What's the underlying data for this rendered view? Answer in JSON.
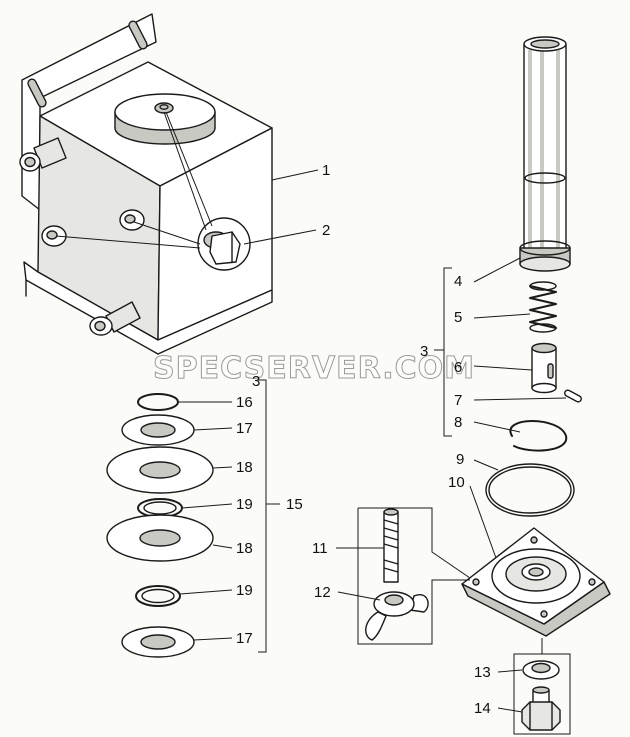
{
  "watermark": "SPECSERVER.COM",
  "labels": {
    "n1": "1",
    "n2": "2",
    "n3a": "3",
    "n3b": "3",
    "n4": "4",
    "n5": "5",
    "n6": "6",
    "n7": "7",
    "n8": "8",
    "n9": "9",
    "n10": "10",
    "n11": "11",
    "n12": "12",
    "n13": "13",
    "n14": "14",
    "n15": "15",
    "n16": "16",
    "n17a": "17",
    "n17b": "17",
    "n18a": "18",
    "n18b": "18",
    "n19a": "19",
    "n19b": "19"
  }
}
